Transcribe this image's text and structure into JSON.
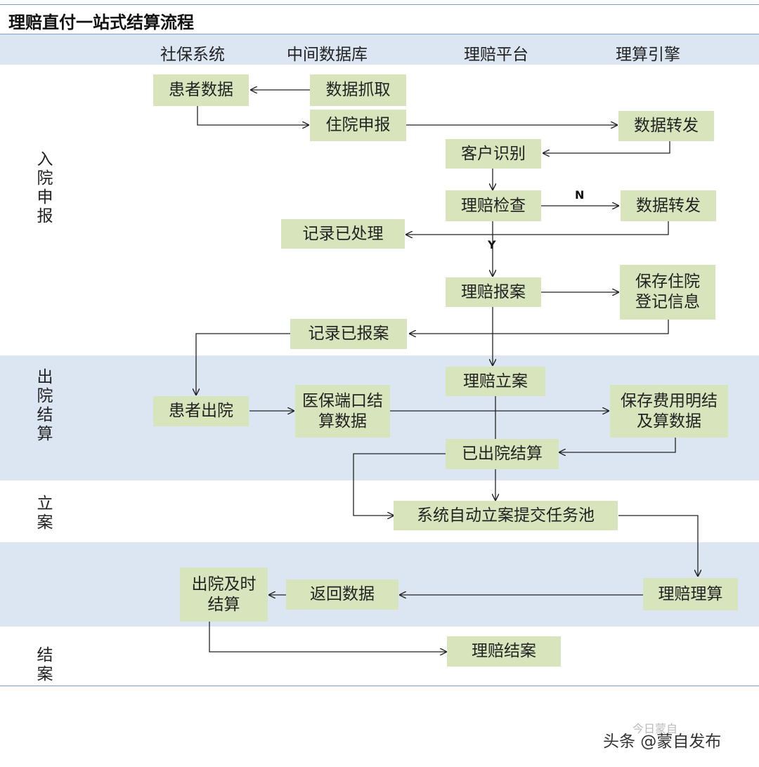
{
  "title": "理赔直付一站式结算流程",
  "columns": {
    "social_security": "社保系统",
    "middle_db": "中间数据库",
    "claims_platform": "理赔平台",
    "adjust_engine": "理算引擎"
  },
  "phases": {
    "admission": "入院申报",
    "discharge": "出院结算",
    "filing": "立案",
    "closing": "结案"
  },
  "boxes": {
    "patient_data": "患者数据",
    "data_fetch": "数据抓取",
    "admission_report": "住院申报",
    "data_forward_1": "数据转发",
    "customer_id": "客户识别",
    "claim_check": "理赔检查",
    "data_forward_2": "数据转发",
    "record_processed": "记录已处理",
    "claim_report": "理赔报案",
    "save_admission": "保存住院登记信息",
    "record_reported": "记录已报案",
    "claim_filed": "理赔立案",
    "patient_discharge": "患者出院",
    "insurance_settlement": "医保端口结算数据",
    "save_fee_details": "保存费用明结及算数据",
    "discharged_settled": "已出院结算",
    "auto_filing": "系统自动立案提交任务池",
    "claim_adjustment": "理赔理算",
    "return_data": "返回数据",
    "timely_settlement": "出院及时结算",
    "claim_closed": "理赔结案"
  },
  "branch_labels": {
    "no": "N",
    "yes": "Y"
  },
  "watermark": {
    "text": "头条 @蒙自发布",
    "ghost": "今日蒙自"
  }
}
